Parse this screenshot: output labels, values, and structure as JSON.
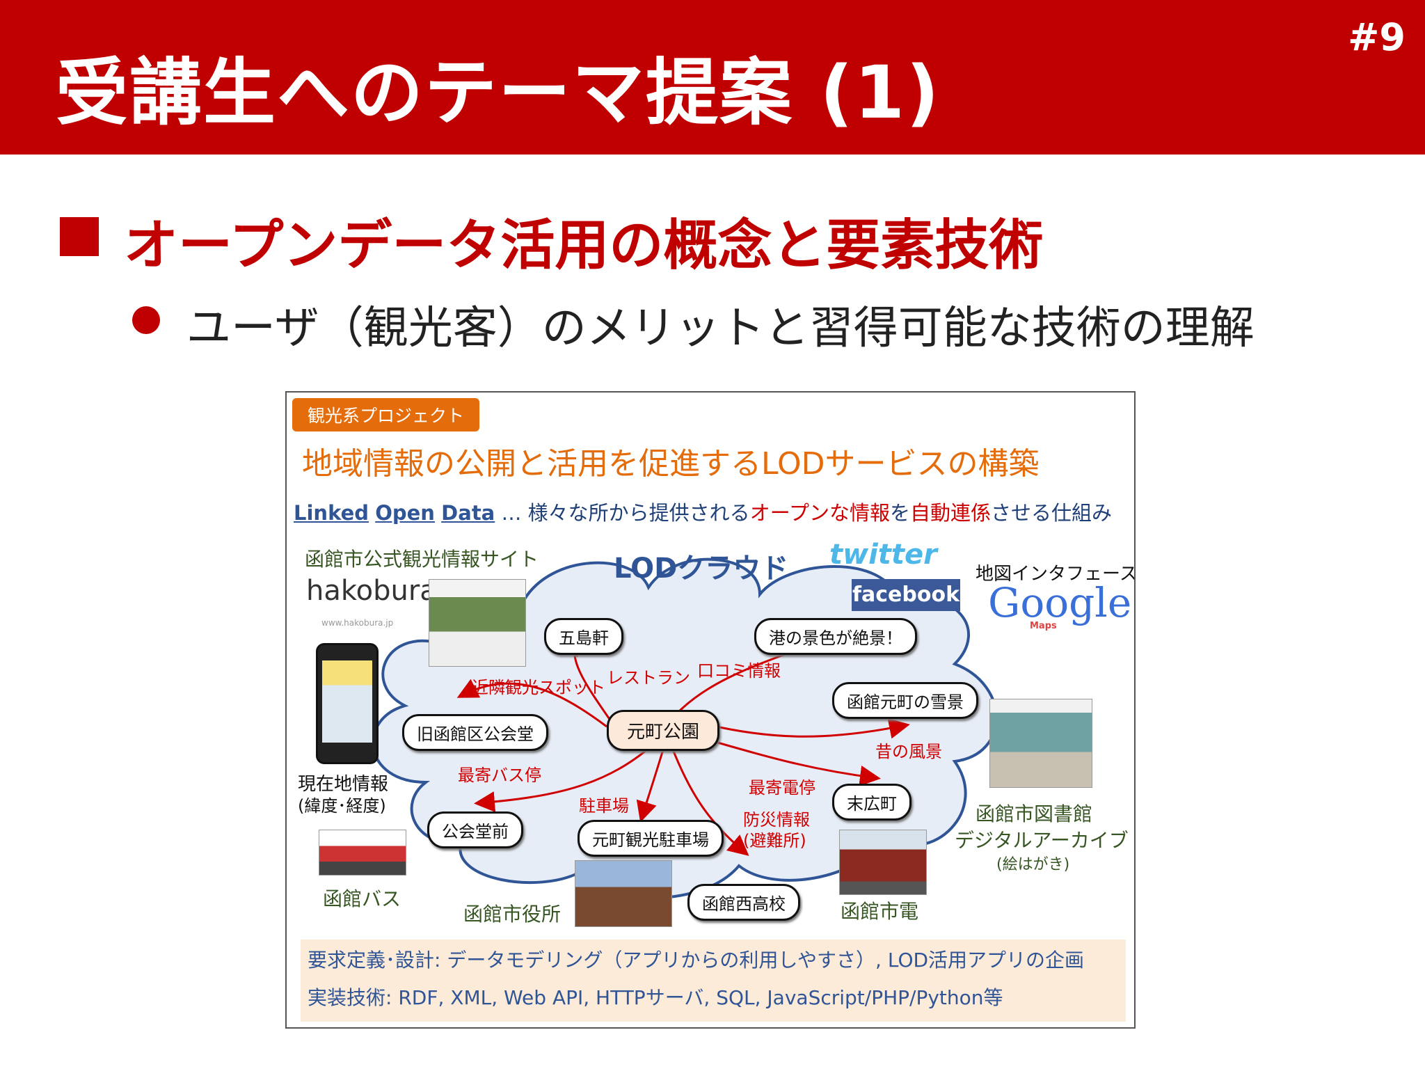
{
  "header": {
    "title": "受講生へのテーマ提案 (1)",
    "slide_number": "#9"
  },
  "heading": "オープンデータ活用の概念と要素技術",
  "subbullet": "ユーザ（観光客）のメリットと習得可能な技術の理解",
  "figure": {
    "tag": "観光系プロジェクト",
    "title": "地域情報の公開と活用を促進するLODサービスの構築",
    "lod_line": {
      "w1": "Linked",
      "w2": "Open",
      "w3": "Data",
      "p1": " … 様々な所から提供される",
      "p2": "オープンな情報",
      "p3": "を",
      "p4": "自動連係",
      "p5": "させる仕組み"
    },
    "cloud_title": "LODクラウド",
    "labels": {
      "site": "函館市公式観光情報サイト",
      "map_if": "地図インタフェース",
      "location1": "現在地情報",
      "location2": "(緯度･経度)",
      "bus": "函館バス",
      "city_hall": "函館市役所",
      "tram": "函館市電",
      "library1": "函館市図書館",
      "library2": "デジタルアーカイブ",
      "library3": "(絵はがき)"
    },
    "brands": {
      "twitter": "twitter",
      "facebook": "facebook",
      "google": "Google",
      "google_sub": "Maps",
      "hakobura": "hakobura",
      "hakobura_url": "www.hakobura.jp"
    },
    "nodes": {
      "goto": "五島軒",
      "minato": "港の景色が絶景！",
      "yukigeshiki": "函館元町の雪景",
      "center": "元町公園",
      "kyu": "旧函館区公会堂",
      "suehiro": "末広町",
      "koukaido": "公会堂前",
      "parking": "元町観光駐車場",
      "nishi": "函館西高校"
    },
    "edges": {
      "restaurant": "レストラン",
      "kuchikomi": "口コミ情報",
      "kinrin": "近隣観光スポット",
      "mukashi": "昔の風景",
      "bus_stop": "最寄バス停",
      "densha": "最寄電停",
      "parking": "駐車場",
      "bosai1": "防災情報",
      "bosai2": "(避難所)"
    },
    "bottom": {
      "line1": "要求定義･設計: データモデリング（アプリからの利用しやすさ）, LOD活用アプリの企画",
      "line2": "実装技術: RDF, XML, Web API, HTTPサーバ, SQL, JavaScript/PHP/Python等"
    }
  },
  "colors": {
    "brand_red": "#c00000",
    "orange": "#e46c0a",
    "blue": "#2f5597",
    "edge_red": "#d00000"
  }
}
